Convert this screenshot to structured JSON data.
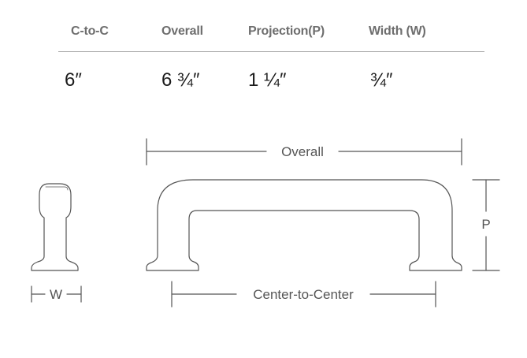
{
  "specs": {
    "headers": [
      "C-to-C",
      "Overall",
      "Projection(P)",
      "Width (W)"
    ],
    "values": [
      "6″",
      "6 ¾″",
      "1 ¼″",
      "¾″"
    ]
  },
  "drawing": {
    "overall_label": "Overall",
    "center_label": "Center-to-Center",
    "projection_label": "P",
    "width_label": "W"
  },
  "colors": {
    "header_text": "#6e6e6e",
    "value_text": "#1a1a1a",
    "line": "#555555",
    "rule": "#a8a8a8"
  }
}
